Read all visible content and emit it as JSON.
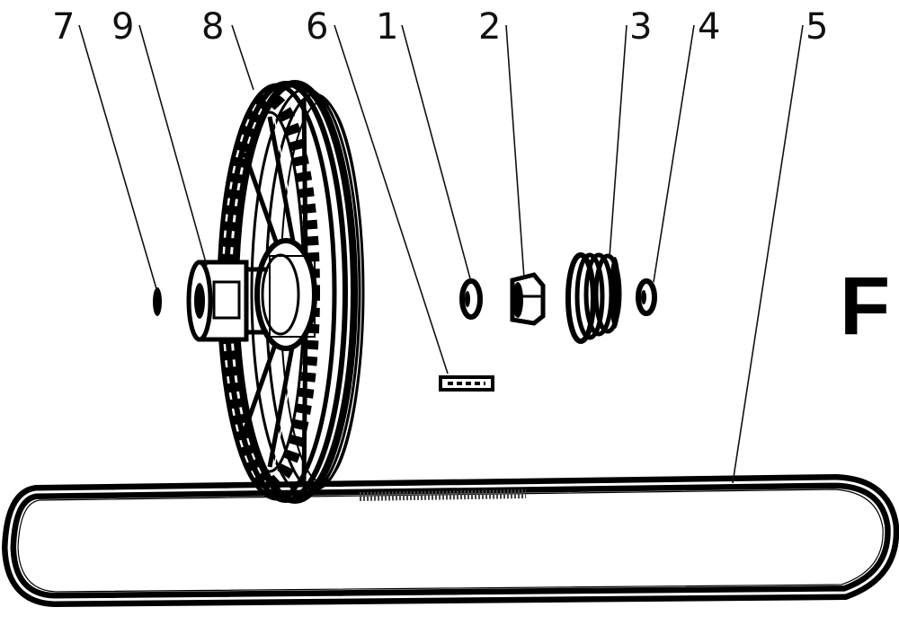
{
  "diagram": {
    "section_letter": "F",
    "callouts": [
      "7",
      "9",
      "8",
      "6",
      "1",
      "2",
      "3",
      "4",
      "5"
    ]
  }
}
